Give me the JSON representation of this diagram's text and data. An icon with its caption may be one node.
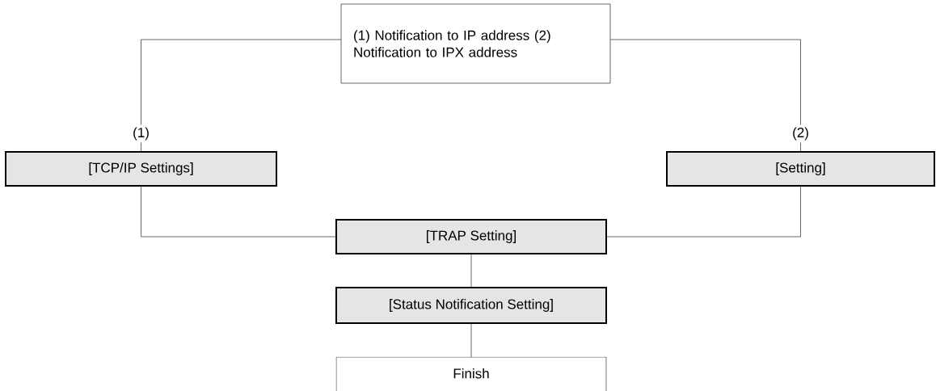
{
  "diagram": {
    "nodes": [
      {
        "text": [
          "(1) Notification to IP address (2) Notification to IPX address"
        ]
      },
      {
        "text": [
          "[TCP/IP Settings]"
        ]
      },
      {
        "text": [
          "[Setting]"
        ]
      },
      {
        "text": [
          "[TRAP Setting]"
        ]
      },
      {
        "text": [
          "[Status Notification Setting]"
        ]
      },
      {
        "text": [
          "Finish"
        ]
      }
    ],
    "edges": [
      {
        "from": 0,
        "to": 1,
        "arrow": "none",
        "label": "(1)"
      },
      {
        "from": 0,
        "to": 2,
        "arrow": "none",
        "label": "(2)"
      },
      {
        "from": 1,
        "to": 3,
        "arrow": "none"
      },
      {
        "from": 2,
        "to": 3,
        "arrow": "none"
      },
      {
        "from": 3,
        "to": 4,
        "arrow": "none"
      },
      {
        "from": 4,
        "to": 5,
        "arrow": "none"
      }
    ]
  }
}
